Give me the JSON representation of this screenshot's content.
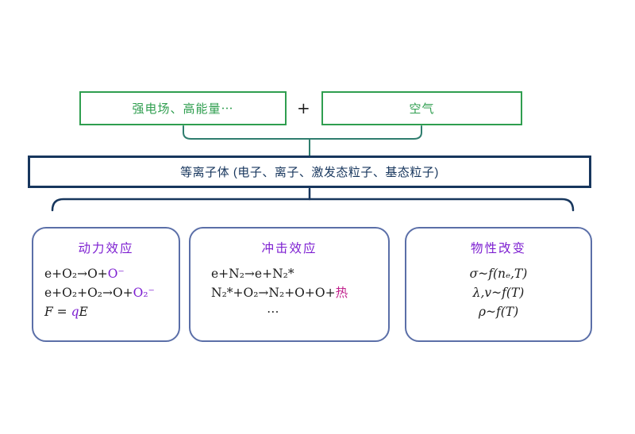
{
  "colors": {
    "green": "#2f9e4f",
    "navy": "#17365d",
    "box_blue": "#5b6fa8",
    "purple": "#7d1fd1",
    "magenta": "#c0218c",
    "connector": "#2f7d6e"
  },
  "inputs": {
    "left_label": "强电场、高能量⋯",
    "plus": "+",
    "right_label": "空气"
  },
  "plasma": {
    "label": "等离子体 (电子、离子、激发态粒子、基态粒子)"
  },
  "effects": {
    "dynamic": {
      "title": "动力效应",
      "eq1_main": "e+O₂→O+",
      "eq1_accent": "O⁻",
      "eq2_main": "e+O₂+O₂→O+",
      "eq2_accent": "O₂⁻",
      "eq3_f": "F = ",
      "eq3_q": "q",
      "eq3_e": "E"
    },
    "impact": {
      "title": "冲击效应",
      "eq1": "e+N₂→e+N₂*",
      "eq2_main": "N₂*+O₂→N₂+O+O+",
      "eq2_accent": "热",
      "eq3": "⋯"
    },
    "property": {
      "title": "物性改变",
      "eq1": "σ~f(nₑ,T)",
      "eq2": "λ,v~f(T)",
      "eq3": "ρ~f(T)"
    }
  }
}
